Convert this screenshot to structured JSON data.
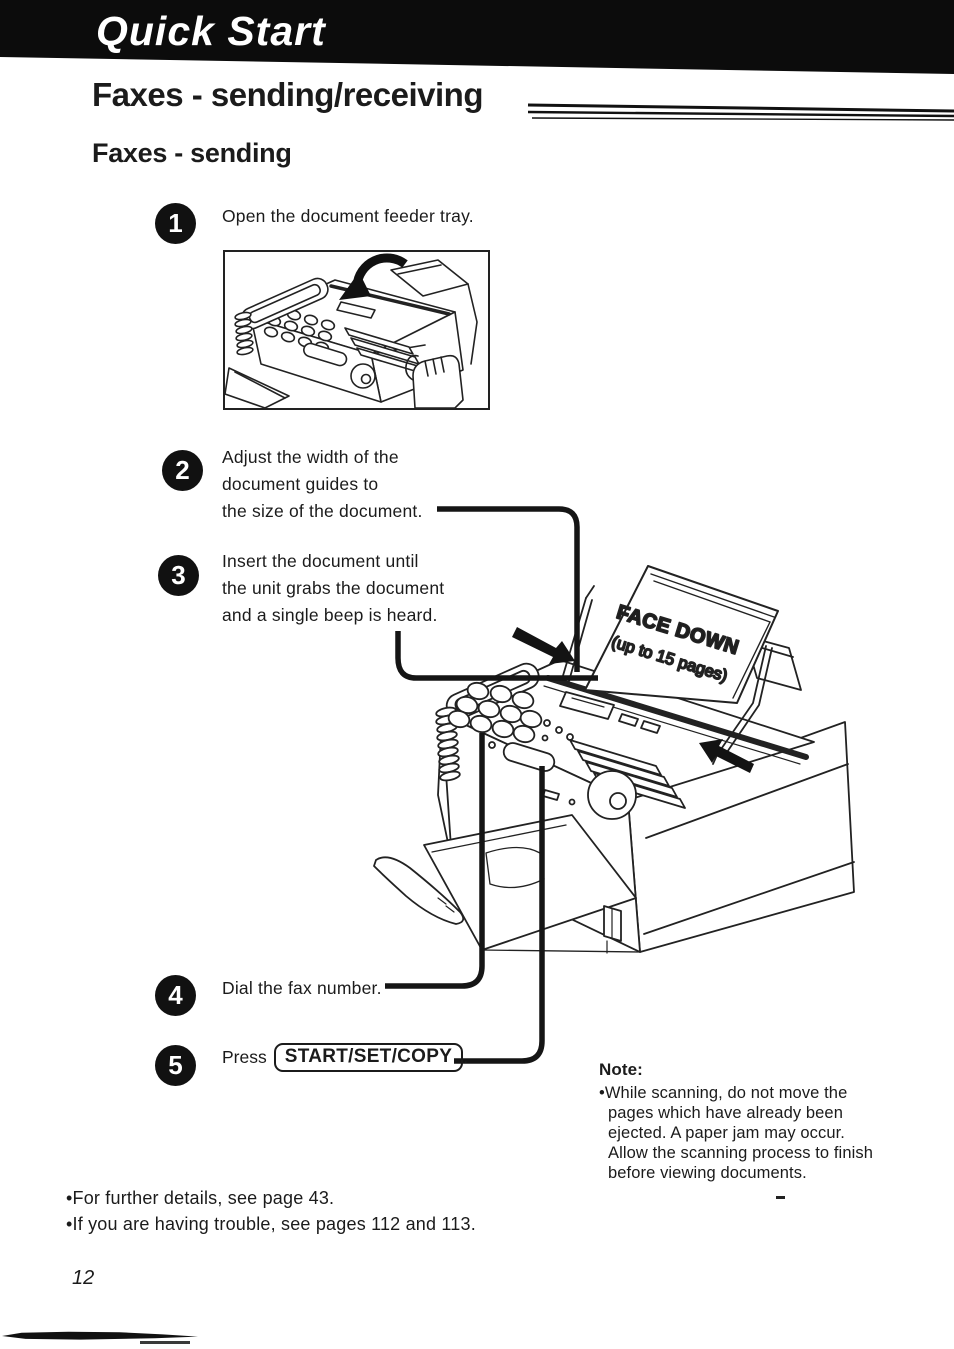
{
  "colors": {
    "ink": "#1b1b1b",
    "paper": "#ffffff",
    "banner": "#0c0c0c"
  },
  "banner": {
    "title": "Quick Start"
  },
  "section_heading": "Faxes - sending/receiving",
  "subsection_heading": "Faxes - sending",
  "steps": [
    {
      "num": "1",
      "lines": [
        "Open the document feeder tray."
      ]
    },
    {
      "num": "2",
      "lines": [
        "Adjust the width of the",
        "document guides to",
        "the size of the document."
      ]
    },
    {
      "num": "3",
      "lines": [
        "Insert the document until",
        "the unit grabs the document",
        "and a single beep is heard."
      ]
    },
    {
      "num": "4",
      "lines": [
        "Dial the fax number."
      ]
    },
    {
      "num": "5",
      "prefix": "Press",
      "key": "START/SET/COPY",
      "suffix": "."
    }
  ],
  "illustration": {
    "paper_label": [
      "FACE DOWN",
      "(up to 15 pages)"
    ]
  },
  "note": {
    "heading": "Note:",
    "lines": [
      "•While scanning, do not move the",
      "pages which have already been",
      "ejected. A paper jam may occur.",
      "Allow the scanning process to finish",
      "before viewing documents."
    ]
  },
  "footer": {
    "notes": [
      "•For further details, see page 43.",
      "•If you are having trouble, see pages 112 and 113."
    ],
    "page_number": "12"
  }
}
